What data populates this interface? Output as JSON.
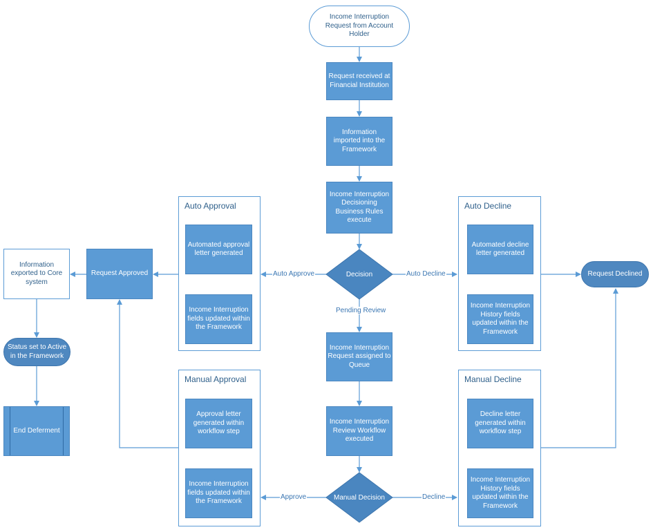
{
  "nodes": {
    "start": "Income Interruption Request from Account Holder",
    "received": "Request received at Financial Institution",
    "imported": "Information imported into the Framework",
    "rules": "Income Interruption Decisioning Business Rules execute",
    "decision": "Decision",
    "queue": "Income Interruption Request assigned to Queue",
    "review": "Income Interruption Review Workflow executed",
    "manual_decision": "Manual Decision",
    "request_approved": "Request Approved",
    "request_declined": "Request Declined",
    "exported": "Information exported to Core system",
    "status_active": "Status set to Active in the Framework",
    "end_deferment": "End Deferment"
  },
  "groups": {
    "auto_approval": {
      "title": "Auto Approval",
      "items": [
        "Automated approval letter generated",
        "Income Interruption fields updated within the Framework"
      ]
    },
    "auto_decline": {
      "title": "Auto Decline",
      "items": [
        "Automated decline letter generated",
        "Income Interruption History fields updated within the Framework"
      ]
    },
    "manual_approval": {
      "title": "Manual Approval",
      "items": [
        "Approval letter generated within workflow step",
        "Income Interruption fields updated within the Framework"
      ]
    },
    "manual_decline": {
      "title": "Manual Decline",
      "items": [
        "Decline letter generated within workflow step",
        "Income Interruption History fields updated within the Framework"
      ]
    }
  },
  "edge_labels": {
    "auto_approve": "Auto Approve",
    "auto_decline": "Auto Decline",
    "pending_review": "Pending Review",
    "approve": "Approve",
    "decline": "Decline"
  },
  "colors": {
    "box_fill": "#5b9bd5",
    "line": "#5b9bd5",
    "label_text": "#3a76b2"
  }
}
